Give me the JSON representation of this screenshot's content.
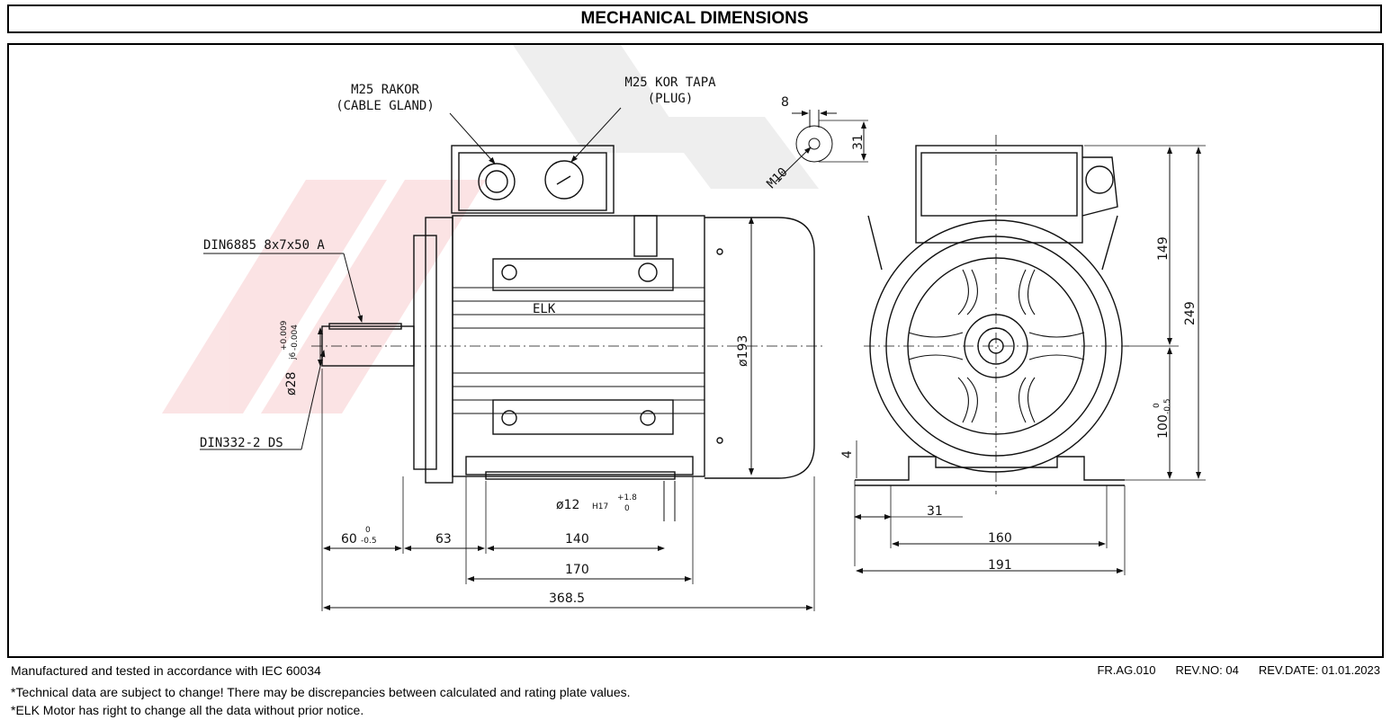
{
  "header": {
    "title": "MECHANICAL DIMENSIONS"
  },
  "callouts": {
    "cable_gland": [
      "M25 RAKOR",
      "(CABLE GLAND)"
    ],
    "plug": [
      "M25 KOR TAPA",
      "(PLUG)"
    ],
    "key": "DIN6885  8x7x50  A",
    "center_hole": "DIN332-2  DS",
    "thread": "M10"
  },
  "dimensions": {
    "shaft_diameter": "ø28",
    "shaft_fit": "j6",
    "shaft_tol_upper": "+0.009",
    "shaft_tol_lower": "-0.004",
    "housing_diameter": "ø193",
    "hole_diameter": "ø12",
    "hole_fit": "H17",
    "hole_tol_upper": "+1.8",
    "hole_tol_lower": "0",
    "shaft_length": "60",
    "shaft_length_tol_upper": "0",
    "shaft_length_tol_lower": "-0.5",
    "shoulder_to_foot": "63",
    "foot_hole_spacing": "140",
    "foot_length": "170",
    "overall_length": "368.5",
    "thread_dim_top": "8",
    "thread_dim_side": "31",
    "top_height": "149",
    "total_height": "249",
    "shaft_height": "100",
    "shaft_height_tol_upper": "0",
    "shaft_height_tol_lower": "-0.5",
    "foot_thickness": "4",
    "foot_edge": "31",
    "foot_hole_width": "160",
    "foot_width": "191"
  },
  "footer": {
    "standard": "Manufactured and tested in accordance with  IEC 60034",
    "note1": "*Technical data are subject to change! There may be discrepancies between calculated and rating plate values.",
    "note2": "*ELK Motor has right to change all the data without prior notice.",
    "doc_code": "FR.AG.010",
    "rev_no": "REV.NO: 04",
    "rev_date": "REV.DATE: 01.01.2023"
  }
}
